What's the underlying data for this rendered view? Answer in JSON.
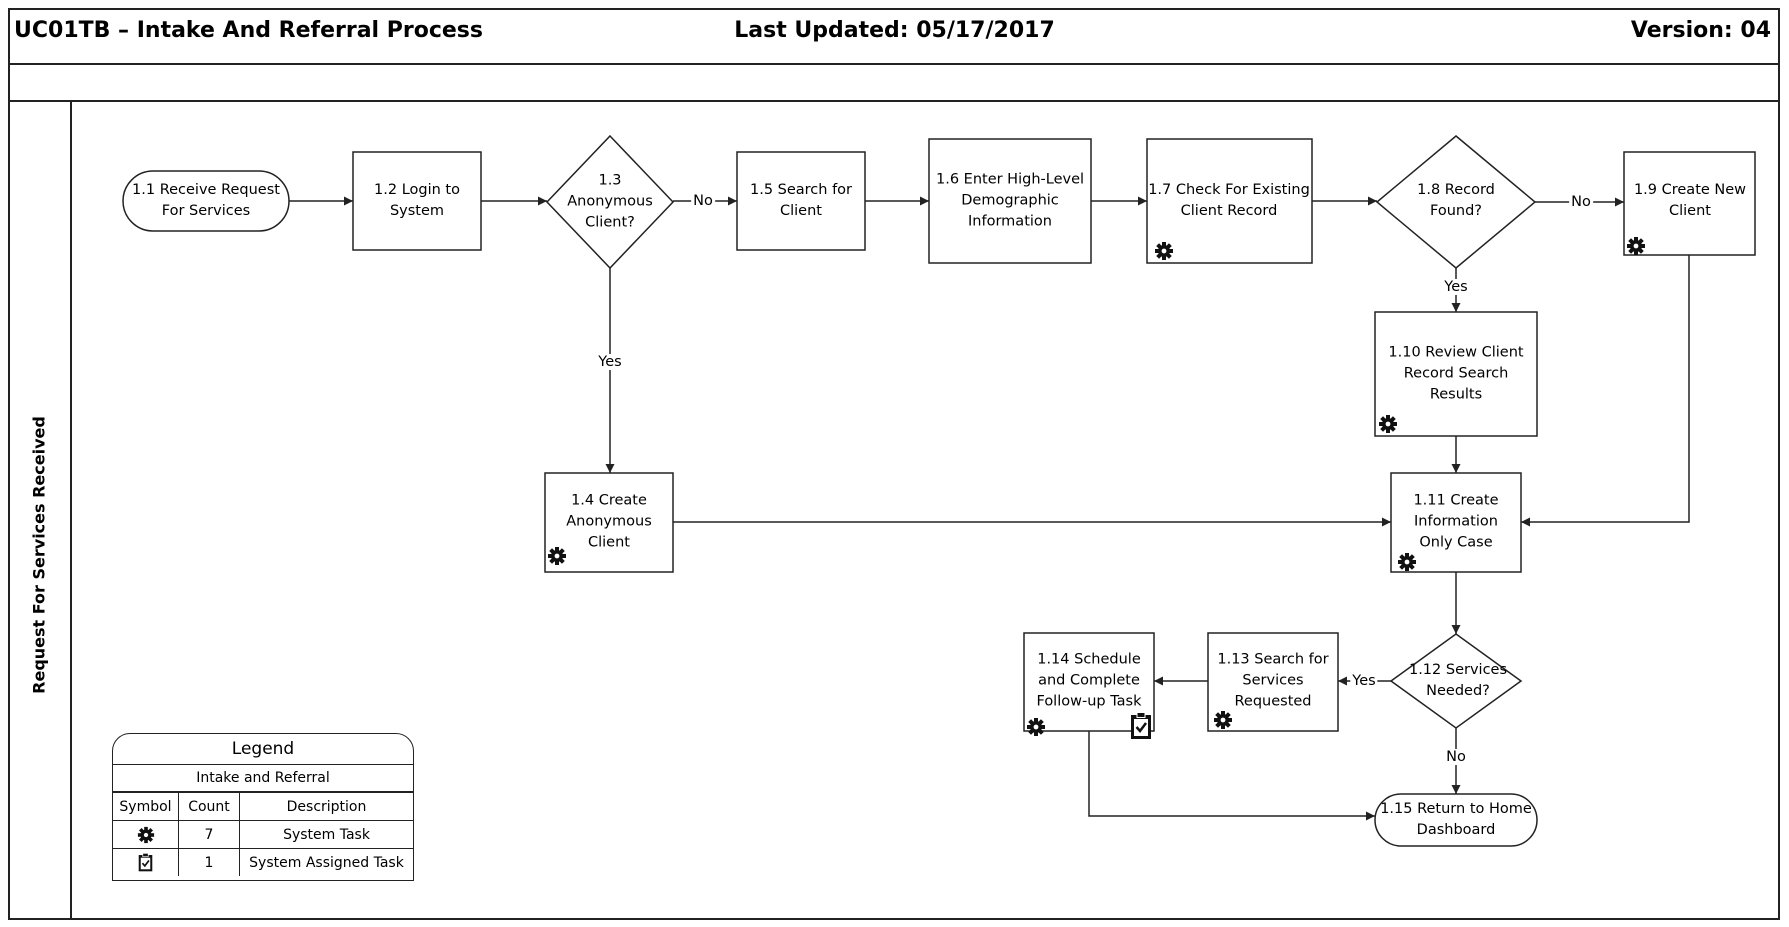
{
  "header": {
    "title": "UC01TB – Intake And Referral Process",
    "last_updated": "Last Updated: 05/17/2017",
    "version": "Version: 04"
  },
  "lane": {
    "label": "Request For Services Received"
  },
  "nodes": {
    "n1_1": [
      "1.1 Receive Request",
      "For Services"
    ],
    "n1_2": [
      "1.2 Login to",
      "System"
    ],
    "n1_3": [
      "1.3",
      "Anonymous",
      "Client?"
    ],
    "n1_4": [
      "1.4 Create",
      "Anonymous",
      "Client"
    ],
    "n1_5": [
      "1.5 Search for",
      "Client"
    ],
    "n1_6": [
      "1.6 Enter High-Level",
      "Demographic",
      "Information"
    ],
    "n1_7": [
      "1.7 Check For Existing",
      "Client Record"
    ],
    "n1_8": [
      "1.8 Record",
      "Found?"
    ],
    "n1_9": [
      "1.9 Create New",
      "Client"
    ],
    "n1_10": [
      "1.10 Review Client",
      "Record Search",
      "Results"
    ],
    "n1_11": [
      "1.11 Create",
      "Information",
      "Only Case"
    ],
    "n1_12": [
      "1.12 Services",
      "Needed?"
    ],
    "n1_13": [
      "1.13 Search for",
      "Services",
      "Requested"
    ],
    "n1_14": [
      "1.14 Schedule",
      "and Complete",
      "Follow-up Task"
    ],
    "n1_15": [
      "1.15 Return to Home",
      "Dashboard"
    ]
  },
  "edge_labels": {
    "no_1_3": "No",
    "yes_1_3": "Yes",
    "no_1_8": "No",
    "yes_1_8": "Yes",
    "yes_1_12": "Yes",
    "no_1_12": "No"
  },
  "icons": {
    "system_task": "gear-icon",
    "system_assigned_task": "clipboard-check-icon"
  },
  "legend": {
    "title": "Legend",
    "subtitle": "Intake and Referral",
    "headers": [
      "Symbol",
      "Count",
      "Description"
    ],
    "rows": [
      {
        "icon": "gear-icon",
        "count": "7",
        "description": "System Task"
      },
      {
        "icon": "clipboard-check-icon",
        "count": "1",
        "description": "System Assigned Task"
      }
    ]
  }
}
